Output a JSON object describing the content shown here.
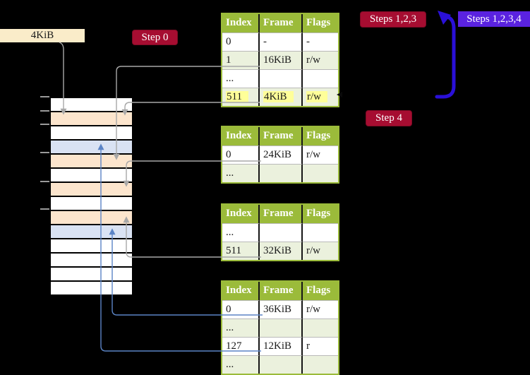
{
  "badges": {
    "frame_size": "4KiB",
    "step0": "Step 0",
    "steps123": "Steps 1,2,3",
    "steps1234": "Steps 1,2,3,4",
    "step4": "Step 4"
  },
  "colors": {
    "background": "#000000",
    "table_header_bg": "#9bbb3a",
    "table_row_alt_bg": "#ebf1dd",
    "highlight_bg": "#ffff99",
    "frame_label_bg": "#faecc9",
    "step_badge_bg": "#a60d31",
    "steps_all_badge_bg": "#5a22e0",
    "loop_arrow": "#2a10d8",
    "gray_connector": "#a8a8a8",
    "blue_connector": "#5b84c6",
    "mem_free": "#ffffff",
    "mem_page_table": "#fce5cd",
    "mem_mapped": "#d9e2f3"
  },
  "memory_stack": {
    "rows": [
      "free",
      "page-table",
      "free",
      "mapped",
      "page-table",
      "free",
      "page-table",
      "free",
      "page-table",
      "mapped",
      "free",
      "free",
      "free",
      "free"
    ]
  },
  "tables": [
    {
      "name": "page-table-level-4",
      "headers": [
        "Index",
        "Frame",
        "Flags"
      ],
      "rows": [
        {
          "index": "0",
          "frame": "-",
          "flags": "-"
        },
        {
          "index": "1",
          "frame": "16KiB",
          "flags": "r/w"
        },
        {
          "index": "...",
          "frame": "",
          "flags": ""
        },
        {
          "index": "511",
          "frame": "4KiB",
          "flags": "r/w"
        }
      ]
    },
    {
      "name": "page-table-level-3",
      "headers": [
        "Index",
        "Frame",
        "Flags"
      ],
      "rows": [
        {
          "index": "0",
          "frame": "24KiB",
          "flags": "r/w"
        },
        {
          "index": "...",
          "frame": "",
          "flags": ""
        }
      ]
    },
    {
      "name": "page-table-level-2",
      "headers": [
        "Index",
        "Frame",
        "Flags"
      ],
      "rows": [
        {
          "index": "...",
          "frame": "",
          "flags": ""
        },
        {
          "index": "511",
          "frame": "32KiB",
          "flags": "r/w"
        }
      ]
    },
    {
      "name": "page-table-level-1",
      "headers": [
        "Index",
        "Frame",
        "Flags"
      ],
      "rows": [
        {
          "index": "0",
          "frame": "36KiB",
          "flags": "r/w"
        },
        {
          "index": "...",
          "frame": "",
          "flags": ""
        },
        {
          "index": "127",
          "frame": "12KiB",
          "flags": "r"
        },
        {
          "index": "...",
          "frame": "",
          "flags": ""
        }
      ]
    }
  ]
}
